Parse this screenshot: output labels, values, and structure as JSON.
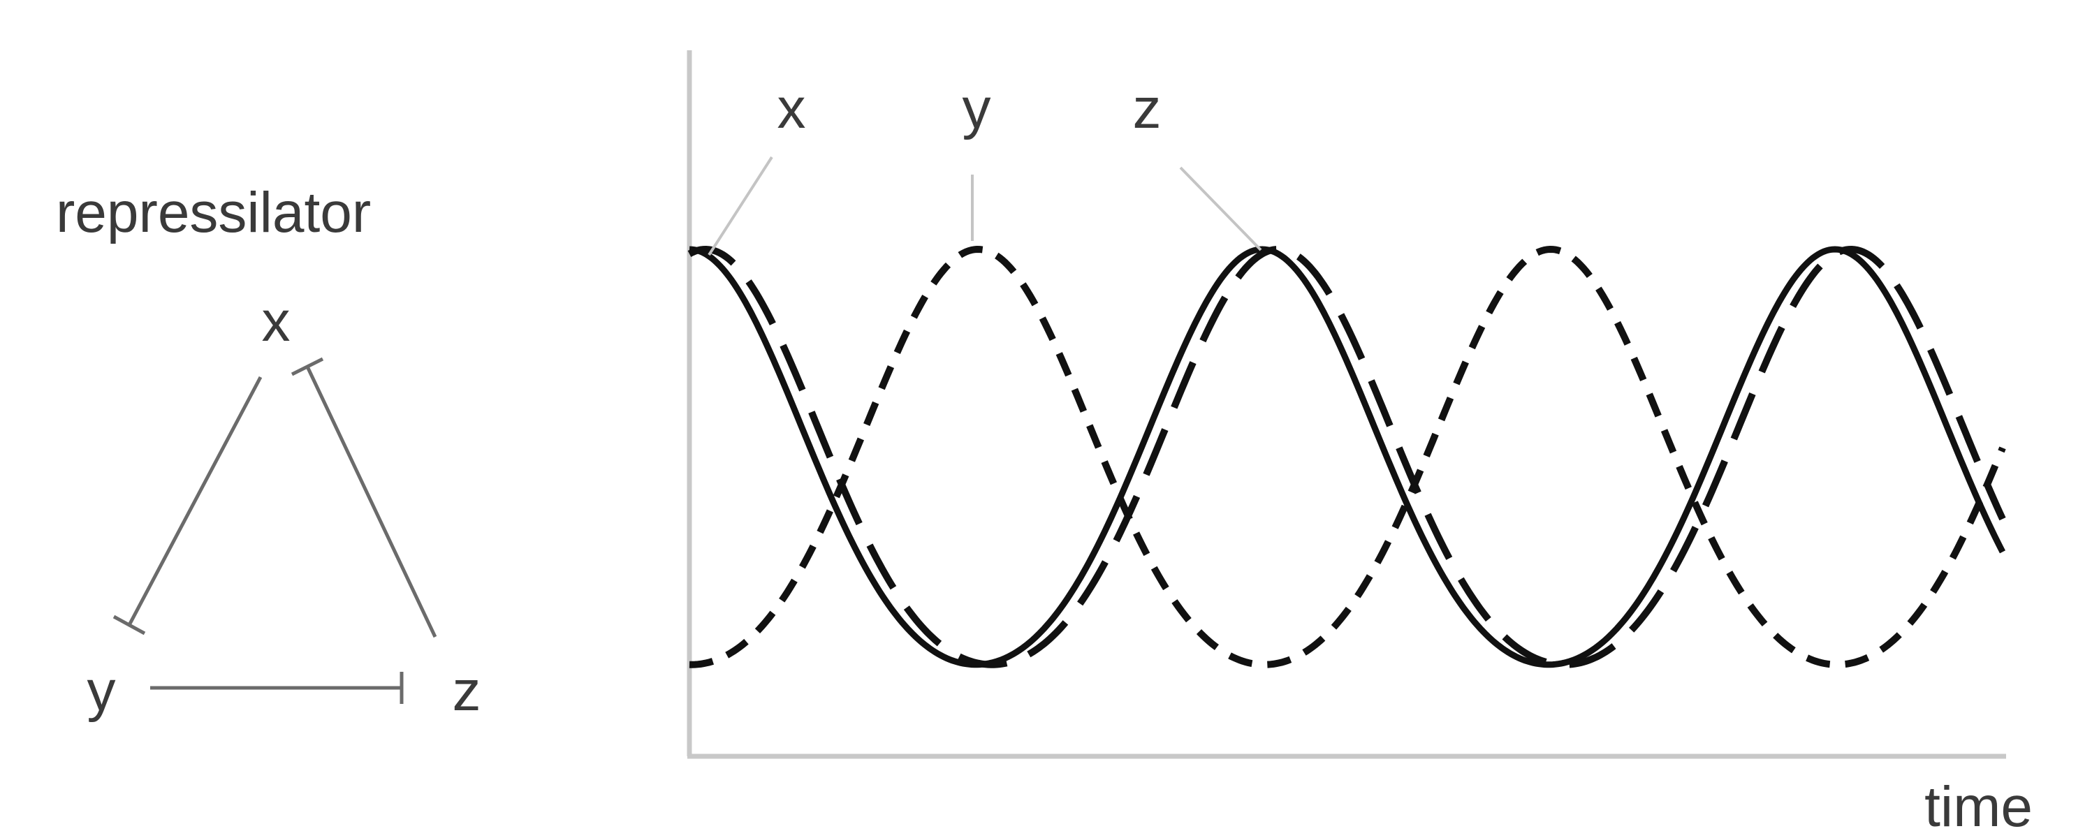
{
  "network": {
    "title": "repressilator",
    "nodes": [
      {
        "id": "x",
        "label": "x"
      },
      {
        "id": "y",
        "label": "y"
      },
      {
        "id": "z",
        "label": "z"
      }
    ],
    "edges": [
      {
        "from": "x",
        "to": "y",
        "type": "repression"
      },
      {
        "from": "y",
        "to": "z",
        "type": "repression"
      },
      {
        "from": "z",
        "to": "x",
        "type": "repression"
      }
    ]
  },
  "chart_data": {
    "type": "line",
    "xlabel": "time",
    "ylabel": "",
    "series": [
      {
        "name": "x",
        "line_style": "solid"
      },
      {
        "name": "y",
        "line_style": "short-dash"
      },
      {
        "name": "z",
        "line_style": "long-dash"
      }
    ],
    "grid": false,
    "axis_color": "#c8c8c8"
  }
}
